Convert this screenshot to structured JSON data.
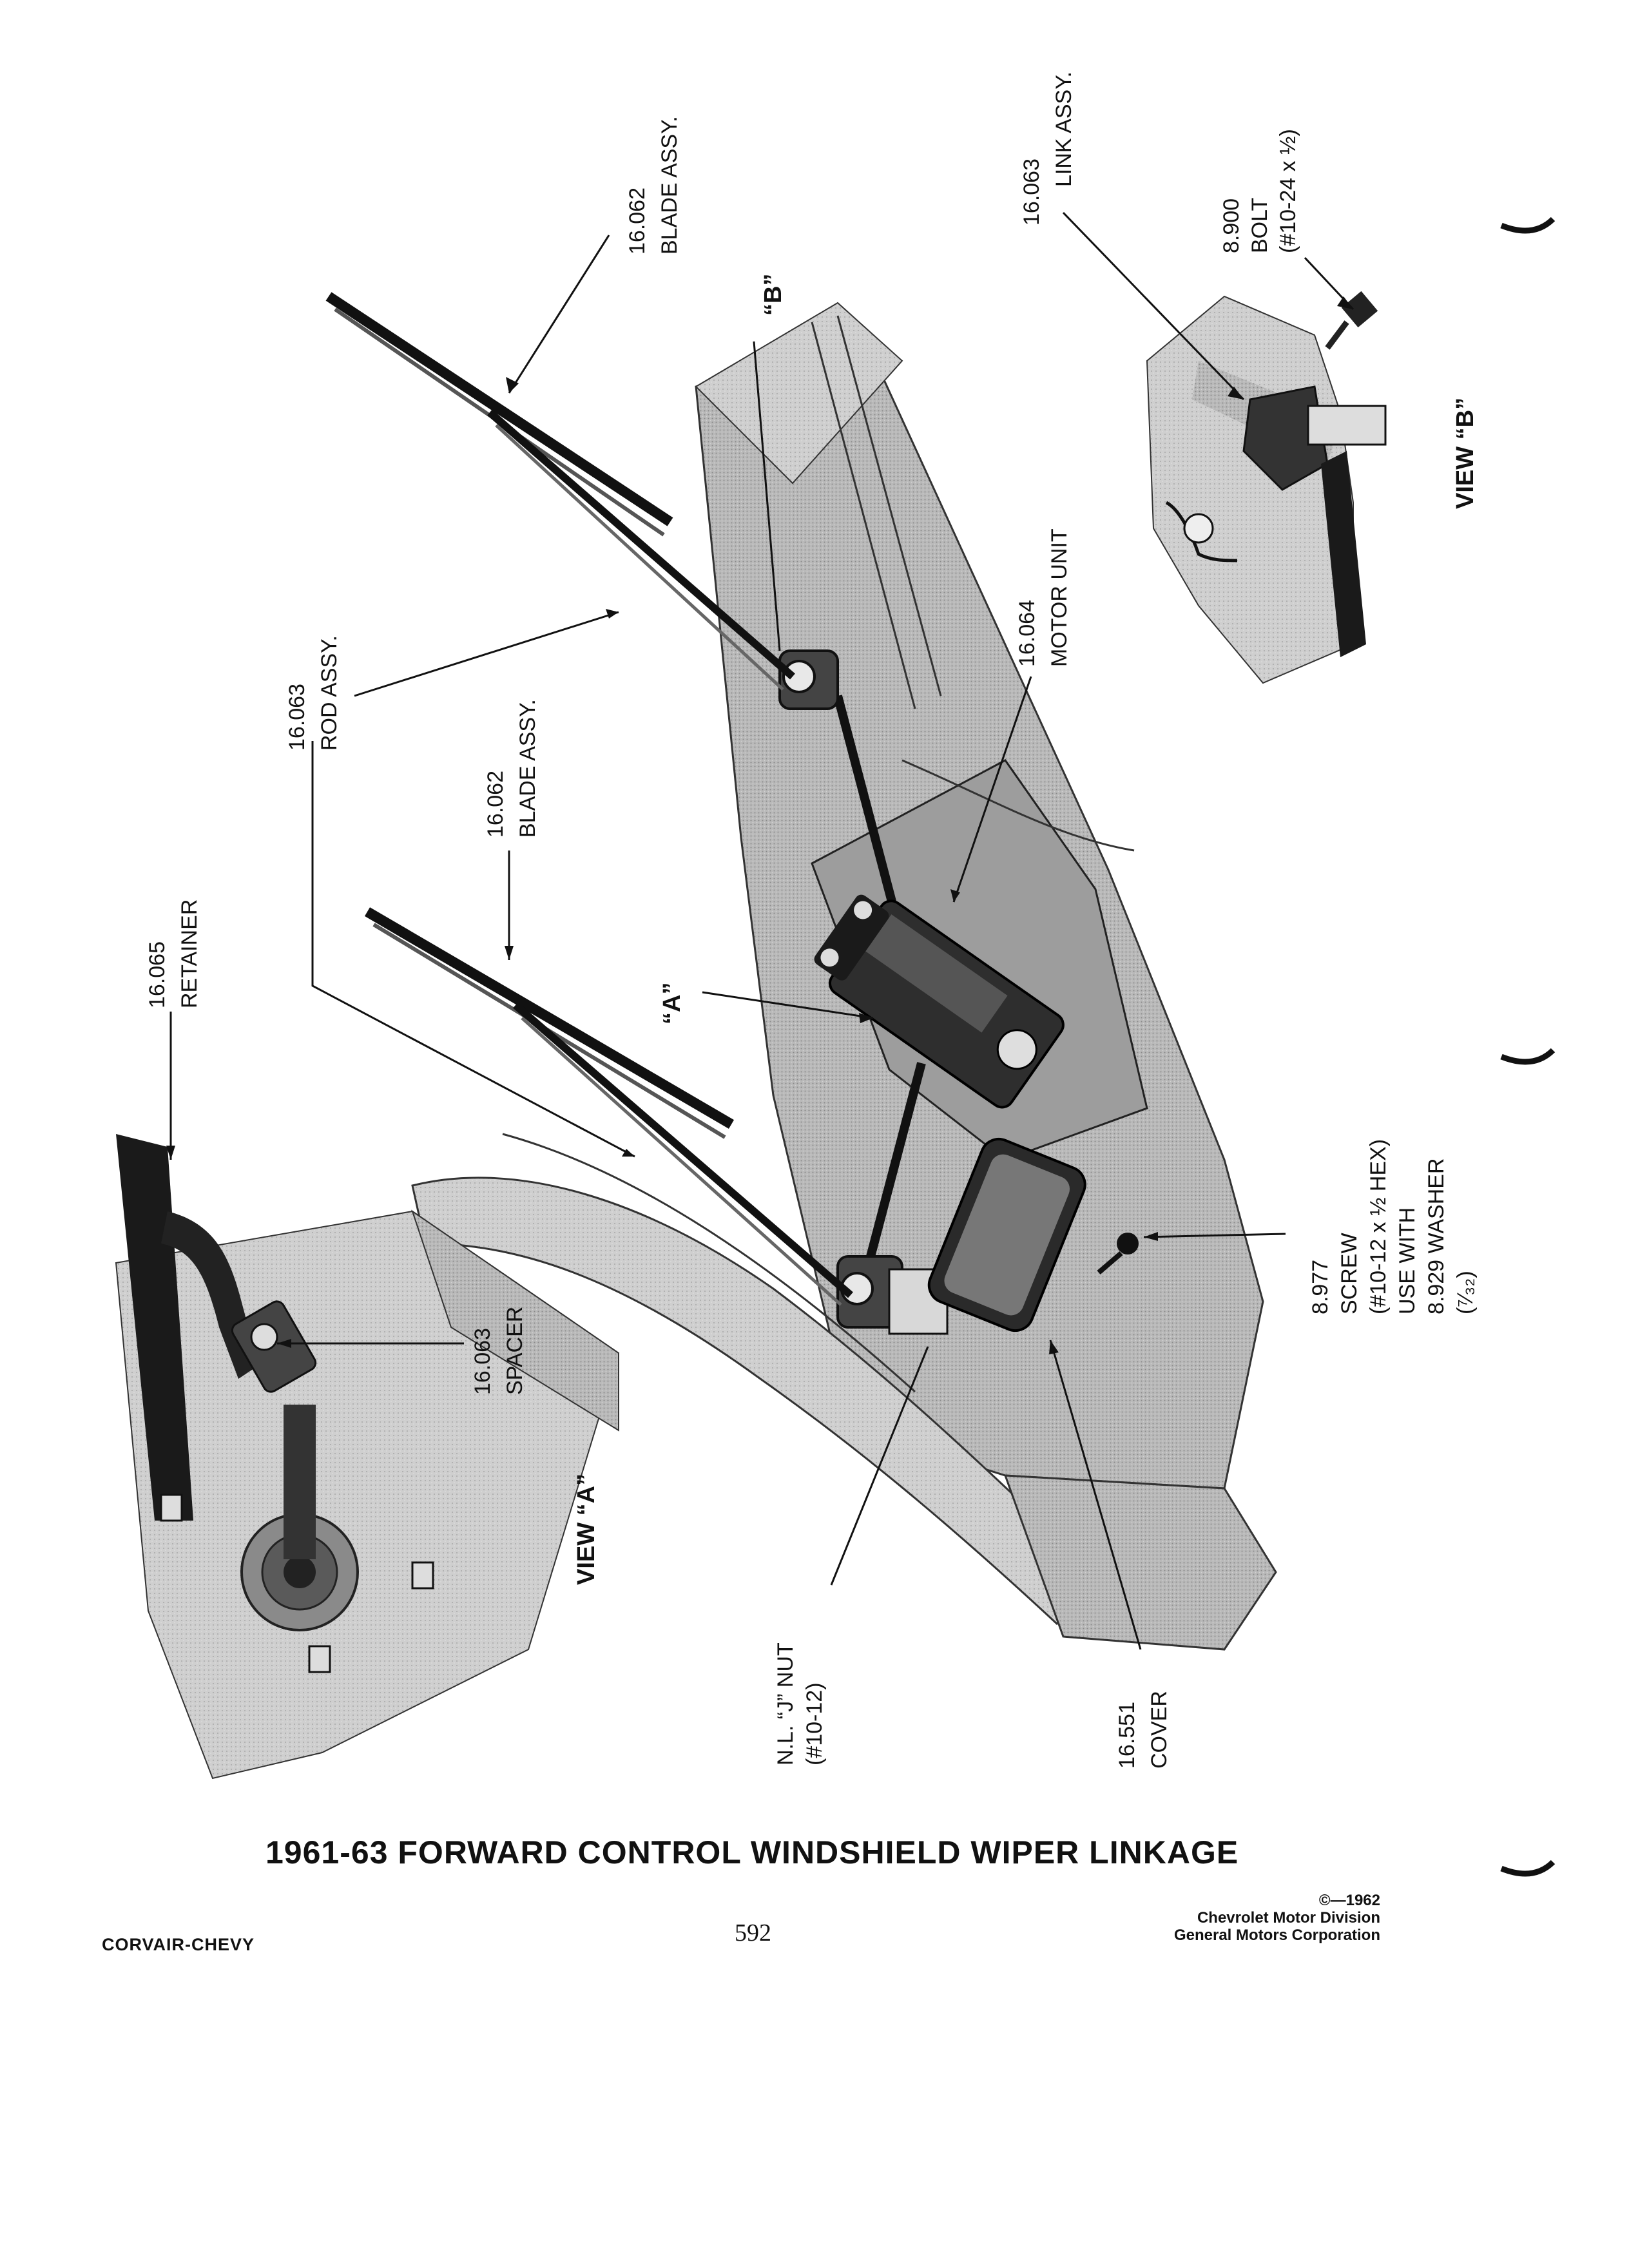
{
  "callouts": {
    "blade_top": {
      "number": "16.062",
      "name": "BLADE ASSY."
    },
    "link": {
      "number": "16.063",
      "name": "LINK ASSY."
    },
    "bolt": {
      "number": "8.900",
      "name": "BOLT",
      "spec": "(#10-24 x ½)"
    },
    "view_b_marker": "“B”",
    "view_b": "VIEW “B”",
    "motor": {
      "number": "16.064",
      "name": "MOTOR UNIT"
    },
    "rod": {
      "number": "16.063",
      "name": "ROD ASSY."
    },
    "blade_mid": {
      "number": "16.062",
      "name": "BLADE ASSY."
    },
    "retainer": {
      "number": "16.065",
      "name": "RETAINER"
    },
    "view_a_marker": "“A”",
    "spacer": {
      "number": "16.063",
      "name": "SPACER"
    },
    "view_a": "VIEW “A”",
    "screw": {
      "number": "8.977",
      "lines": [
        "SCREW",
        "(#10-12 x ½ HEX)",
        "USE WITH",
        "8.929 WASHER",
        "(⁷⁄₃₂)"
      ]
    },
    "jnut": {
      "lines": [
        "N.L. “J” NUT",
        "(#10-12)"
      ]
    },
    "cover": {
      "number": "16.551",
      "name": "COVER"
    }
  },
  "title": "1961-63 FORWARD CONTROL WINDSHIELD WIPER LINKAGE",
  "footer": {
    "left": "CORVAIR-CHEVY",
    "page": "592",
    "copyright_lines": [
      "©—1962",
      "Chevrolet Motor Division",
      "General Motors Corporation"
    ]
  }
}
